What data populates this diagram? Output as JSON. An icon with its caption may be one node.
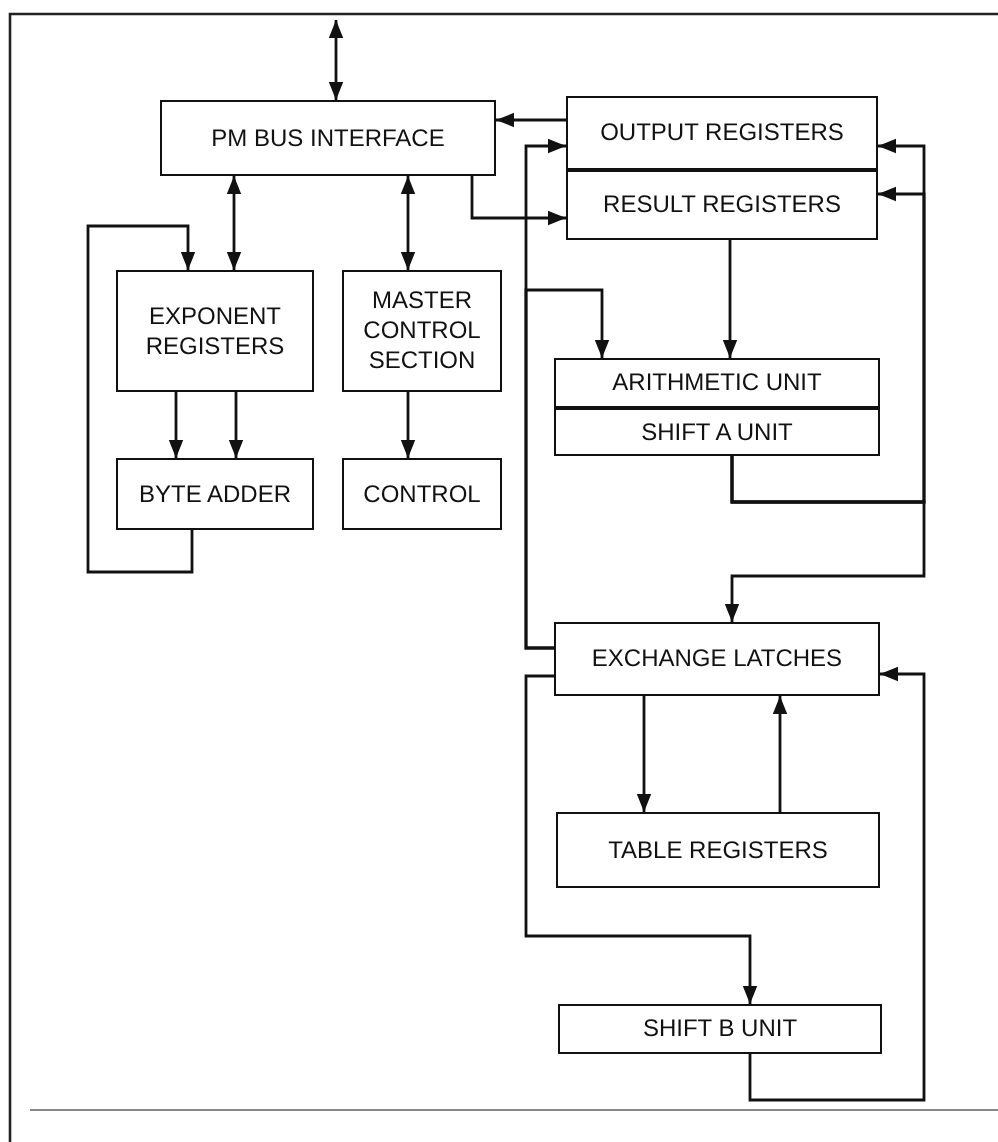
{
  "diagram": {
    "nodes": [
      {
        "text": [
          "PM BUS INTERFACE"
        ]
      },
      {
        "text": [
          "OUTPUT REGISTERS"
        ]
      },
      {
        "text": [
          "RESULT REGISTERS"
        ]
      },
      {
        "text": [
          "EXPONENT REGISTERS"
        ]
      },
      {
        "text": [
          "MASTER CONTROL SECTION"
        ]
      },
      {
        "text": [
          "BYTE ADDER"
        ]
      },
      {
        "text": [
          "CONTROL"
        ]
      },
      {
        "text": [
          "ARITHMETIC UNIT"
        ]
      },
      {
        "text": [
          "SHIFT A UNIT"
        ]
      },
      {
        "text": [
          "EXCHANGE LATCHES"
        ]
      },
      {
        "text": [
          "TABLE REGISTERS"
        ]
      },
      {
        "text": [
          "SHIFT B UNIT"
        ]
      }
    ],
    "edges": [
      {
        "from": null,
        "to": 0,
        "arrow": "both"
      },
      {
        "from": 1,
        "to": 0,
        "arrow": "to"
      },
      {
        "from": 0,
        "to": 2,
        "arrow": "to"
      },
      {
        "from": 0,
        "to": 3,
        "arrow": "both"
      },
      {
        "from": 0,
        "to": 4,
        "arrow": "both"
      },
      {
        "from": 3,
        "to": 5,
        "arrow": "to"
      },
      {
        "from": 3,
        "to": 5,
        "arrow": "to"
      },
      {
        "from": 4,
        "to": 6,
        "arrow": "to"
      },
      {
        "from": 5,
        "to": 3,
        "arrow": "to"
      },
      {
        "from": 2,
        "to": 7,
        "arrow": "to"
      },
      {
        "from": 8,
        "to": 1,
        "arrow": "to"
      },
      {
        "from": 8,
        "to": 2,
        "arrow": "to"
      },
      {
        "from": 8,
        "to": 9,
        "arrow": "to"
      },
      {
        "from": 9,
        "to": 1,
        "arrow": "to"
      },
      {
        "from": 9,
        "to": 7,
        "arrow": "to"
      },
      {
        "from": 9,
        "to": 11,
        "arrow": "to"
      },
      {
        "from": 9,
        "to": 10,
        "arrow": "to"
      },
      {
        "from": 10,
        "to": 9,
        "arrow": "to"
      },
      {
        "from": 11,
        "to": 9,
        "arrow": "to"
      }
    ]
  }
}
